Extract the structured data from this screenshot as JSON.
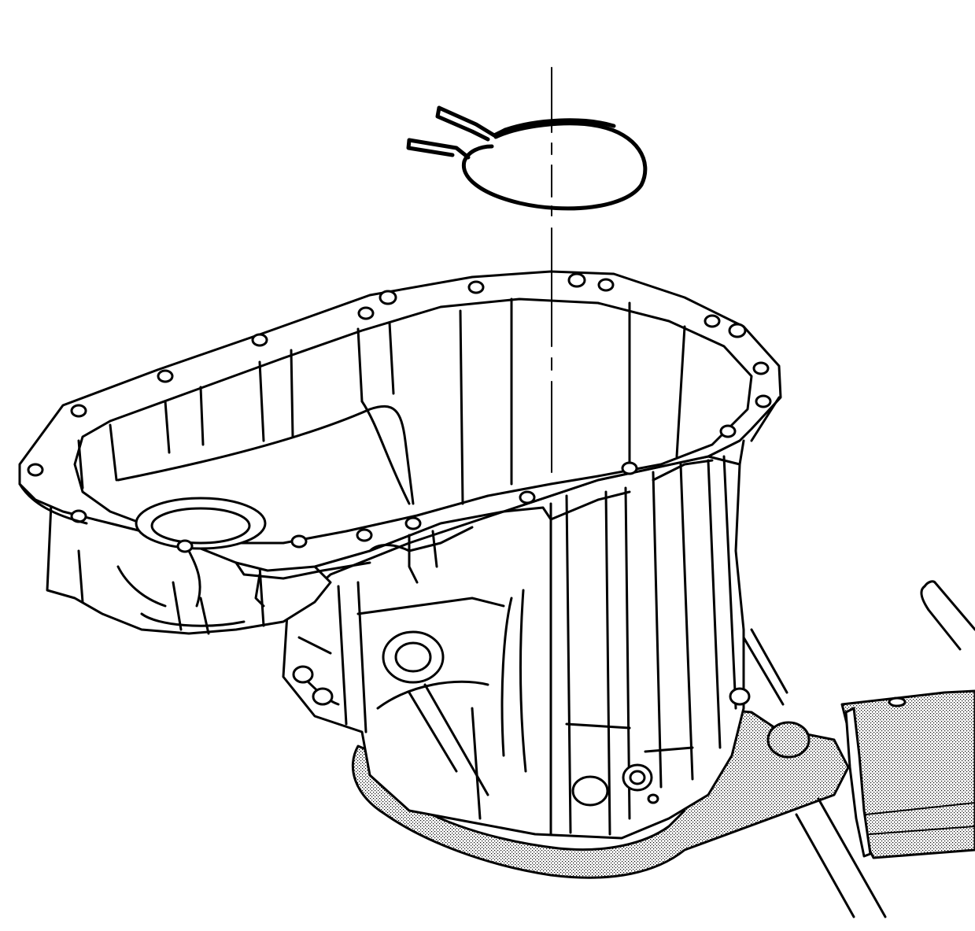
{
  "figure": {
    "components": [
      "snap-ring",
      "centerline-axis",
      "transmission-case",
      "holding-fixture",
      "bench-mount"
    ],
    "colors": {
      "line": "#000000",
      "background": "#ffffff",
      "fixture_stipple": "#000000"
    }
  }
}
